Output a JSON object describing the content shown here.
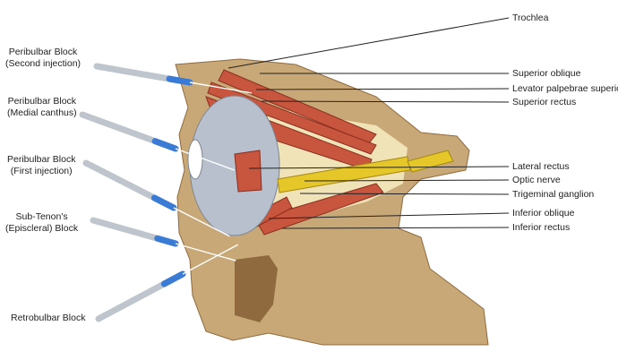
{
  "diagram": {
    "colors": {
      "bone": "#c9a877",
      "bone_dark": "#8f6a3e",
      "muscle": "#c8553d",
      "muscle_light": "#e59a82",
      "globe": "#b7c0cc",
      "nerve": "#e6c72a",
      "fat": "#f1e3b8",
      "needle": "#bfc5cc",
      "hub": "#3a7bd5",
      "leader": "#222222"
    },
    "left_labels": [
      {
        "id": "peribulbar-second",
        "lines": [
          "Peribulbar Block",
          "(Second injection)"
        ]
      },
      {
        "id": "peribulbar-medial",
        "lines": [
          "Peribulbar Block",
          "(Medial canthus)"
        ]
      },
      {
        "id": "peribulbar-first",
        "lines": [
          "Peribulbar Block",
          "(First injection)"
        ]
      },
      {
        "id": "sub-tenon",
        "lines": [
          "Sub-Tenon's",
          "(Episcleral) Block"
        ]
      },
      {
        "id": "retrobulbar",
        "lines": [
          "Retrobulbar Block"
        ]
      }
    ],
    "right_labels": [
      {
        "id": "trochlea",
        "text": "Trochlea"
      },
      {
        "id": "superior-oblique",
        "text": "Superior oblique"
      },
      {
        "id": "levator",
        "text": "Levator palpebrae superioris"
      },
      {
        "id": "superior-rectus",
        "text": "Superior rectus"
      },
      {
        "id": "lateral-rectus",
        "text": "Lateral rectus"
      },
      {
        "id": "optic-nerve",
        "text": "Optic nerve"
      },
      {
        "id": "trigeminal",
        "text": "Trigeminal ganglion"
      },
      {
        "id": "inferior-oblique",
        "text": "Inferior oblique"
      },
      {
        "id": "inferior-rectus",
        "text": "Inferior rectus"
      }
    ]
  }
}
